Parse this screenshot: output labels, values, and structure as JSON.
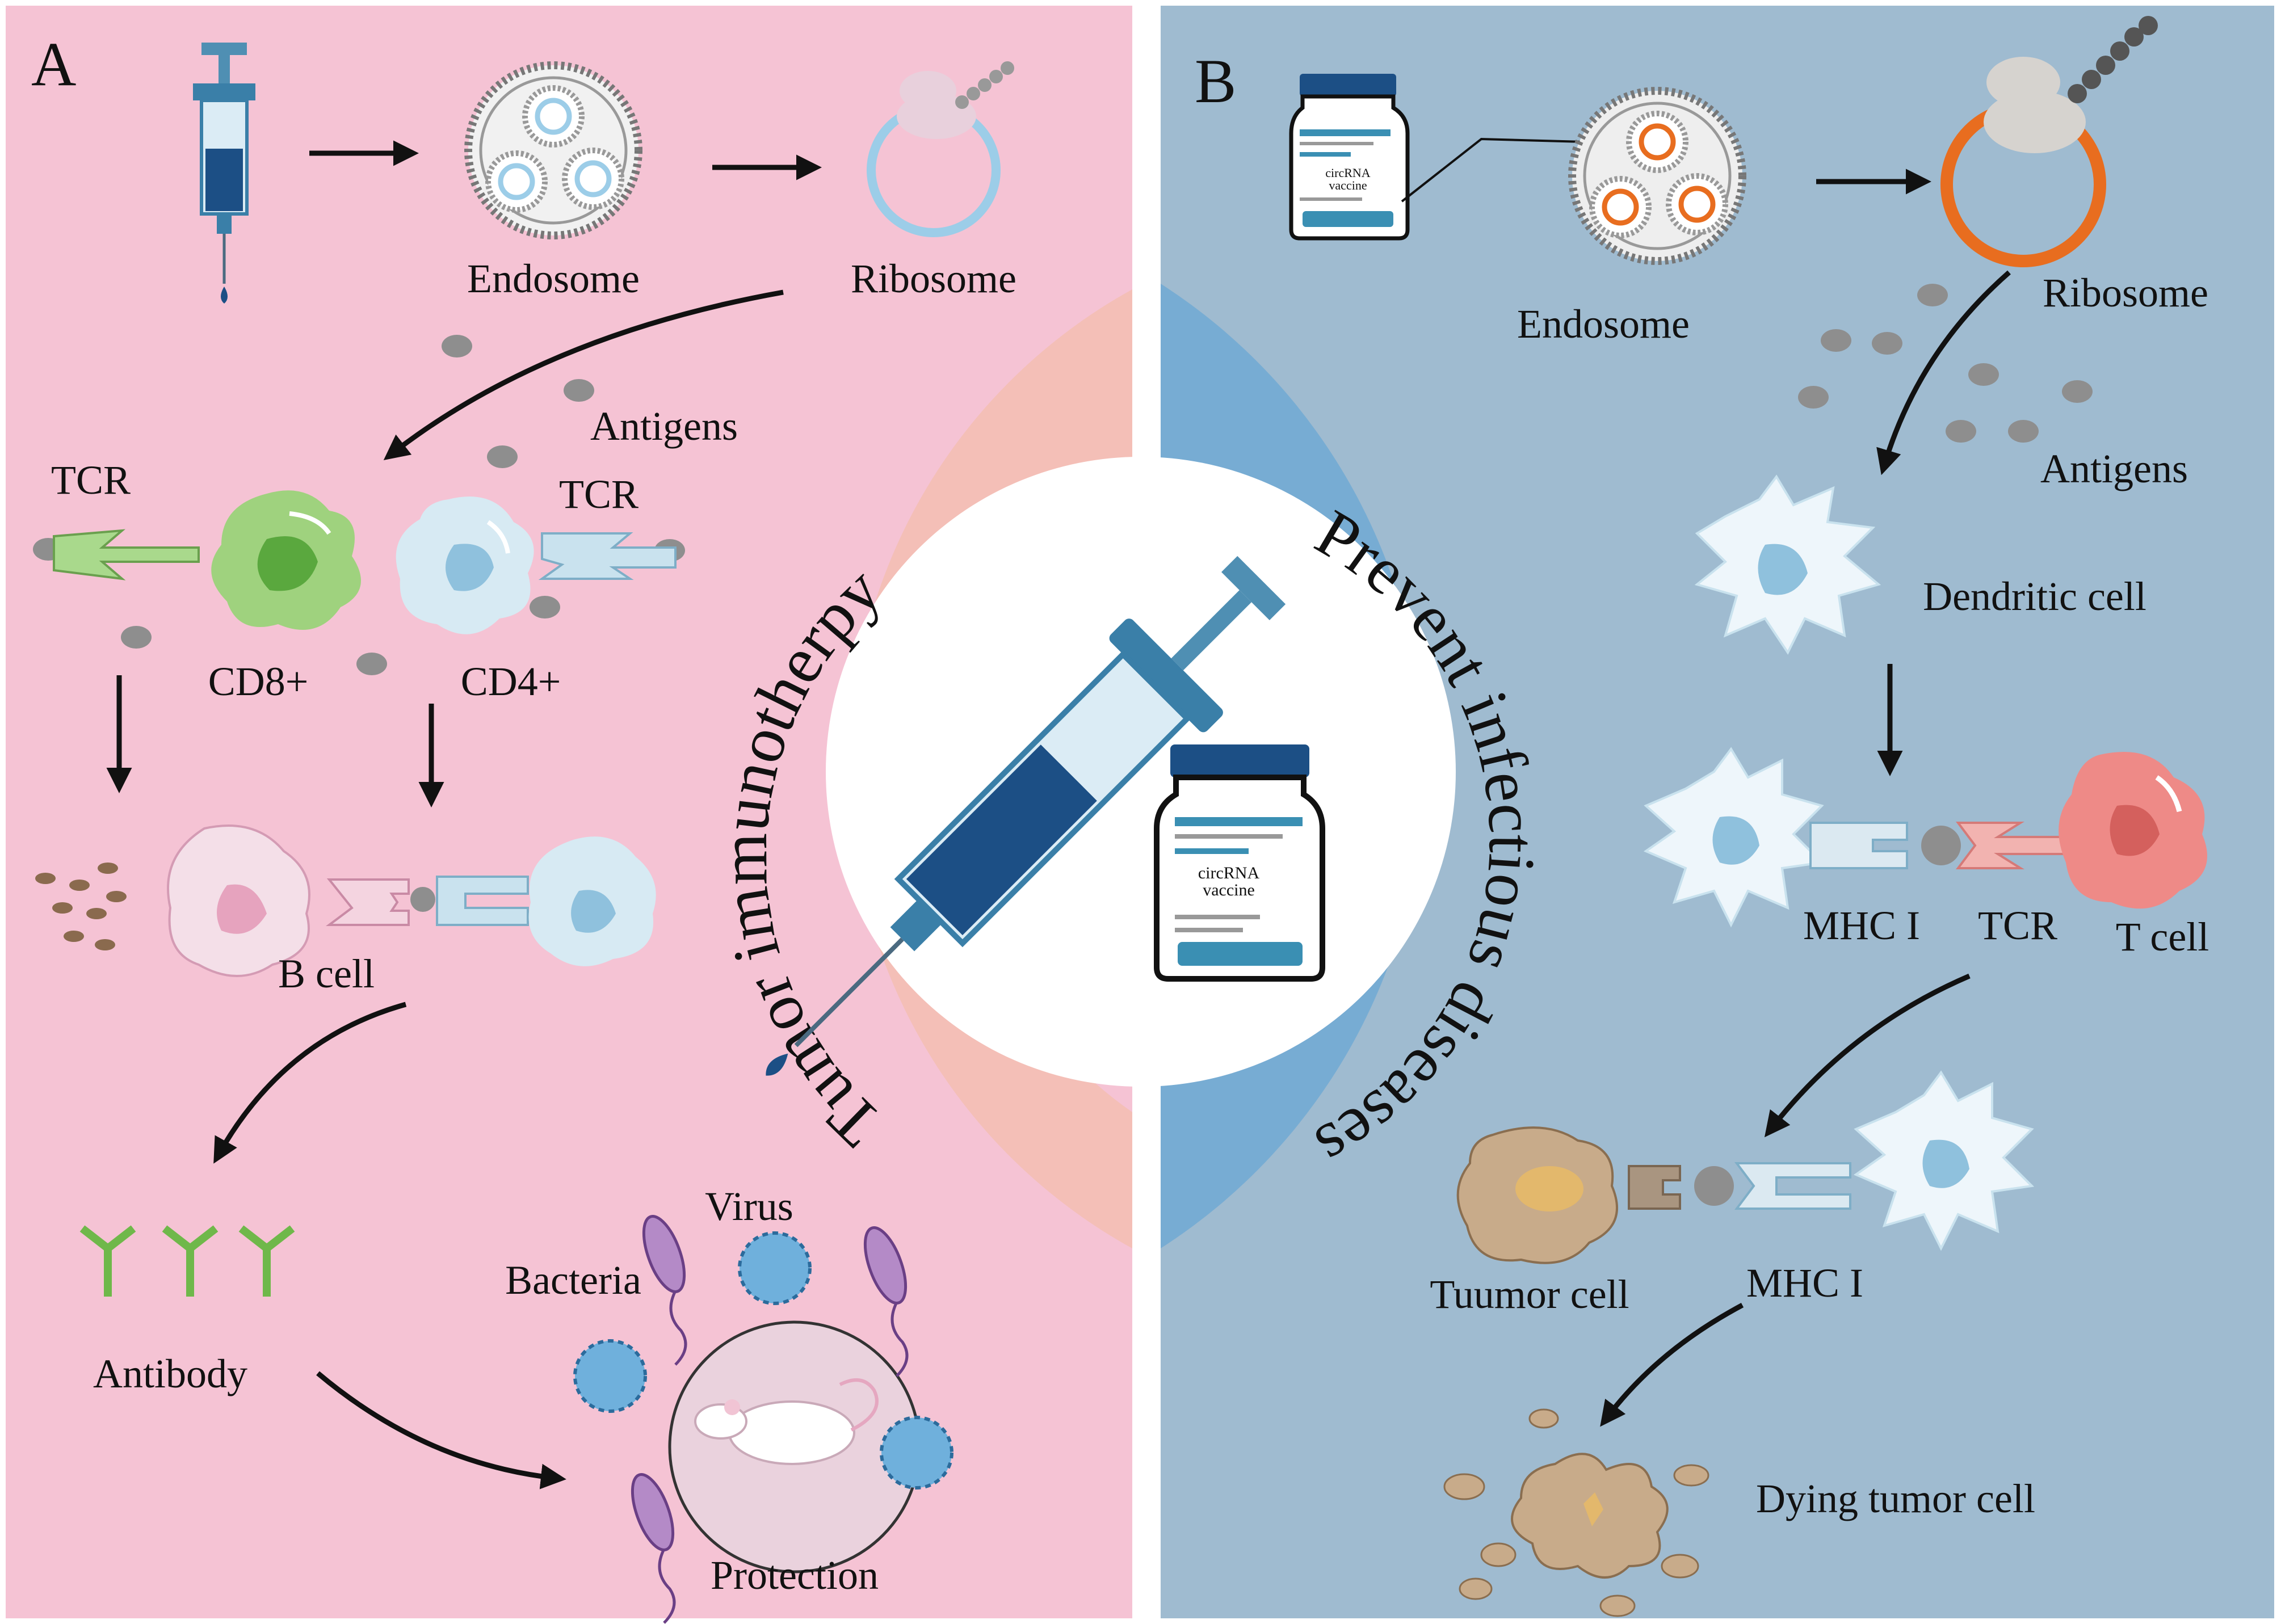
{
  "panel_a": {
    "letter": "A",
    "labels": {
      "endosome": "Endosome",
      "ribosome": "Ribosome",
      "antigens": "Antigens",
      "tcr_left": "TCR",
      "tcr_right": "TCR",
      "cd8": "CD8+",
      "cd4": "CD4+",
      "b_cell": "B cell",
      "antibody": "Antibody",
      "virus": "Virus",
      "bacteria": "Bacteria",
      "protection": "Protection"
    }
  },
  "panel_b": {
    "letter": "B",
    "vial_text": [
      "circRNA",
      "vaccine"
    ],
    "labels": {
      "endosome": "Endosome",
      "ribosome": "Ribosome",
      "antigens": "Antigens",
      "dendritic_cell": "Dendritic cell",
      "mhc_i_1": "MHC I",
      "tcr": "TCR",
      "t_cell": "T cell",
      "tumor_cell": "Tuumor cell",
      "mhc_i_2": "MHC I",
      "dying_tumor_cell": "Dying tumor cell"
    }
  },
  "center": {
    "left_arc_text": "Tumor immunotherpy",
    "right_arc_text": "Prevent infectious diseases",
    "vial_text": [
      "circRNA",
      "vaccine"
    ]
  },
  "colors": {
    "panel_a_bg": "#f5c3d4",
    "panel_b_bg": "#9fbbd0",
    "arc_left": "#f4bfb7",
    "arc_right": "#77acd3",
    "syringe_fluid": "#1c4f85",
    "circ_orange": "#e86d1f",
    "circ_blue": "#9ccde8"
  }
}
